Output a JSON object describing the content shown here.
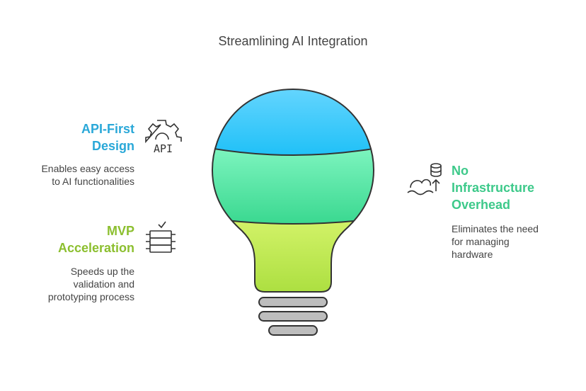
{
  "title": "Streamlining AI Integration",
  "items": [
    {
      "heading_lines": [
        "API-First",
        "Design"
      ],
      "desc_lines": [
        "Enables easy access",
        "to AI functionalities"
      ],
      "color": "#2aa8d8",
      "icon": "gear-api-icon",
      "icon_text": "API"
    },
    {
      "heading_lines": [
        "MVP",
        "Acceleration"
      ],
      "desc_lines": [
        "Speeds up the",
        "validation and",
        "prototyping process"
      ],
      "color": "#8cbf2f",
      "icon": "server-rack-check-icon"
    },
    {
      "heading_lines": [
        "No",
        "Infrastructure",
        "Overhead"
      ],
      "desc_lines": [
        "Eliminates the need",
        "for managing",
        "hardware"
      ],
      "color": "#3dc98a",
      "icon": "database-cloud-upload-icon"
    }
  ],
  "colors": {
    "bulb_top": "#22c4f5",
    "bulb_middle": "#3fe0a0",
    "bulb_bottom": "#b6e84a",
    "base": "#bdbdbd",
    "outline": "#333333"
  }
}
